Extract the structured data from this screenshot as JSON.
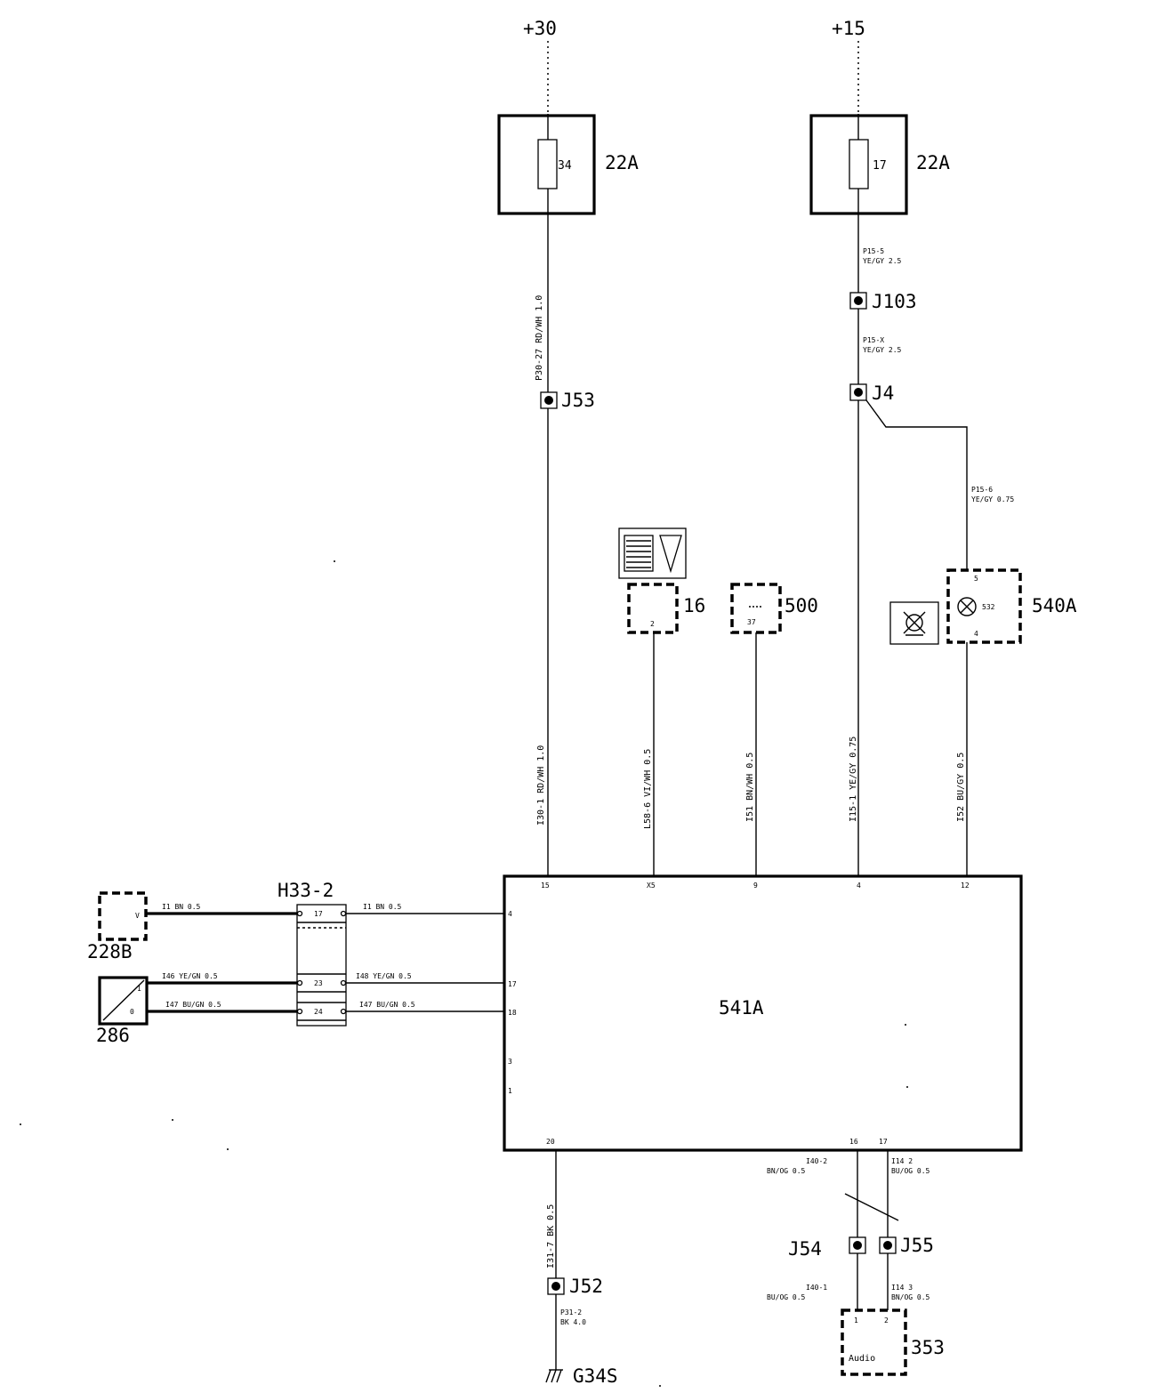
{
  "supplies": {
    "s30": "+30",
    "s15": "+15"
  },
  "fuses": [
    {
      "number": "34",
      "rating": "22A"
    },
    {
      "number": "17",
      "rating": "22A"
    }
  ],
  "junctions": {
    "j53": "J53",
    "j103": "J103",
    "j4": "J4",
    "j52": "J52",
    "j54": "J54",
    "j55": "J55"
  },
  "wires": {
    "p30_27": "P30-27 RD/WH 1.0",
    "p15_5a": "P15-5",
    "p15_5b": "YE/GY 2.5",
    "p15_xa": "P15-X",
    "p15_xb": "YE/GY 2.5",
    "p15_6a": "P15-6",
    "p15_6b": "YE/GY 0.75",
    "i30_1": "I30-1 RD/WH 1.0",
    "l58_6": "L58-6 VI/WH 0.5",
    "i51": "I51 BN/WH 0.5",
    "i15_1": "I15-1 YE/GY 0.75",
    "i52": "I52 BU/GY 0.5",
    "i1_left": "I1 BN 0.5",
    "i1_right": "I1 BN 0.5",
    "i46_left": "I46 YE/GN 0.5",
    "i48_right": "I48 YE/GN 0.5",
    "i47_left": "I47 BU/GN 0.5",
    "i47_right": "I47 BU/GN 0.5",
    "i31_7": "I31-7 BK 0.5",
    "p31_2a": "P31-2",
    "p31_2b": "BK 4.0",
    "i40_2a": "I40-2",
    "i40_2b": "BN/OG 0.5",
    "i14_2a": "I14 2",
    "i14_2b": "BU/OG 0.5",
    "i40_1a": "I40-1",
    "i40_1b": "BU/OG 0.5",
    "i14_3a": "I14 3",
    "i14_3b": "BN/OG 0.5"
  },
  "components": {
    "c16": "16",
    "c16_pin": "2",
    "c500": "500",
    "c500_pin": "37",
    "c540a": "540A",
    "c540a_pin_top": "5",
    "c540a_pin_bot": "4",
    "c540a_inner": "532",
    "c228b": "228B",
    "c228b_pin": "V",
    "c286": "286",
    "c286_pin1": "1",
    "c286_pin2": "0",
    "h33": "H33-2",
    "h33_pin_a": "17",
    "h33_pin_b": "23",
    "h33_pin_c": "24",
    "ecu": "541A",
    "c353": "353",
    "c353_label": "Audio",
    "c353_pin1": "1",
    "c353_pin2": "2",
    "ground": "G34S"
  },
  "ecu_pins": {
    "top": [
      "15",
      "X5",
      "9",
      "4",
      "12"
    ],
    "left": [
      "4",
      "17",
      "18",
      "3",
      "1"
    ],
    "bottom": [
      "20",
      "16",
      "17"
    ]
  }
}
